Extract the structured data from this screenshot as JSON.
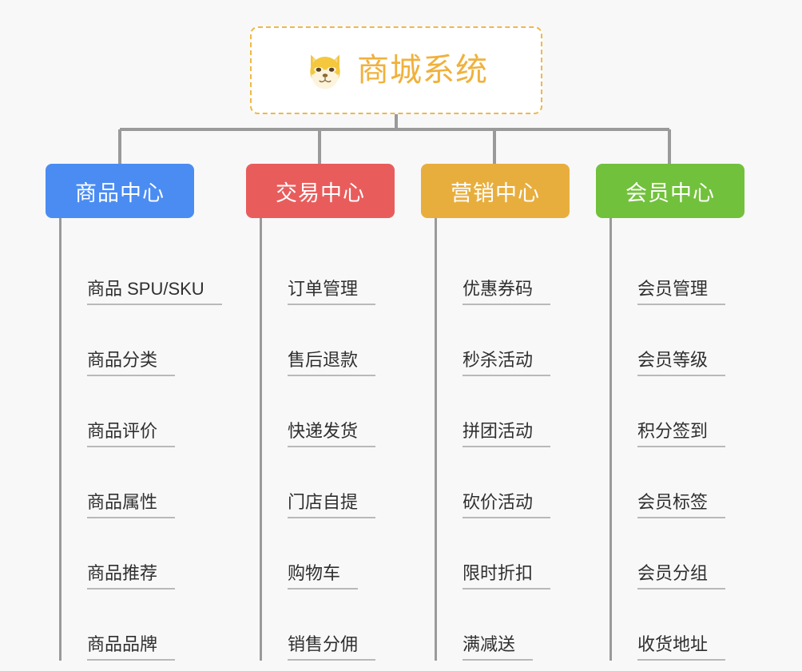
{
  "background_color": "#f8f8f8",
  "root": {
    "title": "商城系统",
    "icon": "shiba-dog-icon",
    "text_color": "#f0b13c",
    "border_color": "#eeb84b",
    "background": "#ffffff"
  },
  "columns": [
    {
      "id": "product-center",
      "label": "商品中心",
      "color": "#4a8cf2",
      "items": [
        "商品 SPU/SKU",
        "商品分类",
        "商品评价",
        "商品属性",
        "商品推荐",
        "商品品牌"
      ]
    },
    {
      "id": "trade-center",
      "label": "交易中心",
      "color": "#e85d5c",
      "items": [
        "订单管理",
        "售后退款",
        "快递发货",
        "门店自提",
        "购物车",
        "销售分佣"
      ]
    },
    {
      "id": "marketing-center",
      "label": "营销中心",
      "color": "#e8ae3d",
      "items": [
        "优惠券码",
        "秒杀活动",
        "拼团活动",
        "砍价活动",
        "限时折扣",
        "满减送"
      ]
    },
    {
      "id": "member-center",
      "label": "会员中心",
      "color": "#72c13c",
      "items": [
        "会员管理",
        "会员等级",
        "积分签到",
        "会员标签",
        "会员分组",
        "收货地址"
      ]
    }
  ]
}
